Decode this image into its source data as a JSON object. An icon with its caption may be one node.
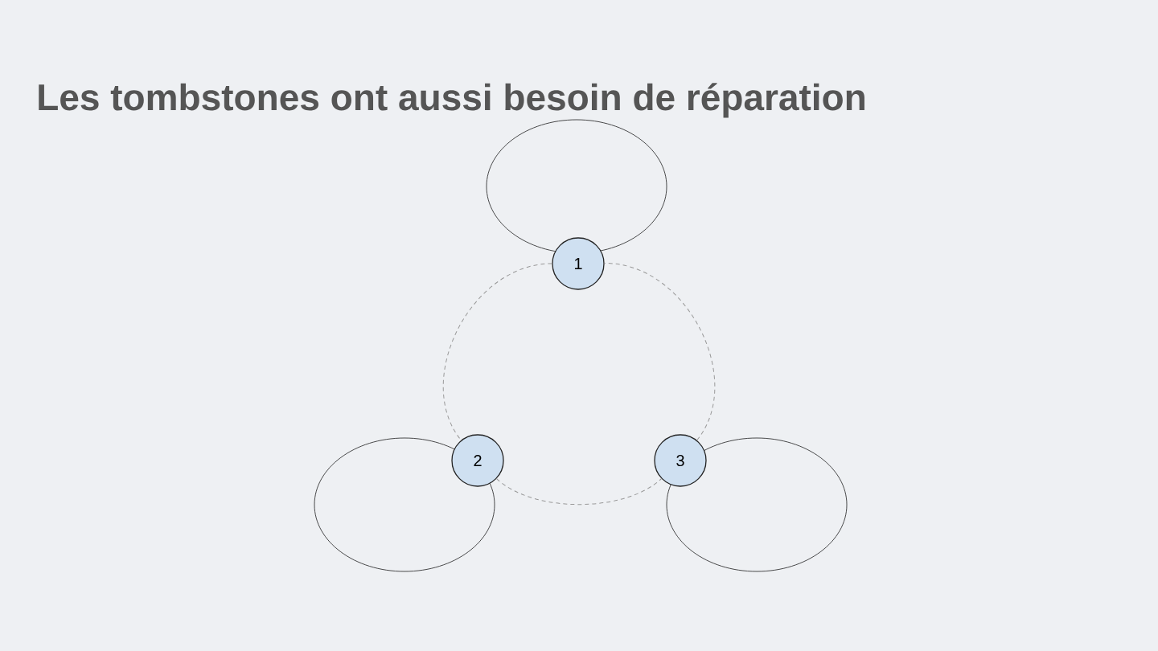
{
  "diagram": {
    "title": "Les tombstones ont aussi besoin de réparation",
    "nodes": [
      {
        "text": [
          "1"
        ]
      },
      {
        "text": [
          "2"
        ]
      },
      {
        "text": [
          "3"
        ]
      },
      {
        "text": [],
        "shape": "ellipse"
      },
      {
        "text": [],
        "shape": "ellipse"
      },
      {
        "text": [],
        "shape": "ellipse"
      }
    ],
    "edges": [
      {
        "from": 0,
        "to": 1,
        "arrow": "none",
        "style": "dashed"
      },
      {
        "from": 1,
        "to": 2,
        "arrow": "none",
        "style": "dashed"
      },
      {
        "from": 2,
        "to": 0,
        "arrow": "none",
        "style": "dashed"
      }
    ]
  }
}
